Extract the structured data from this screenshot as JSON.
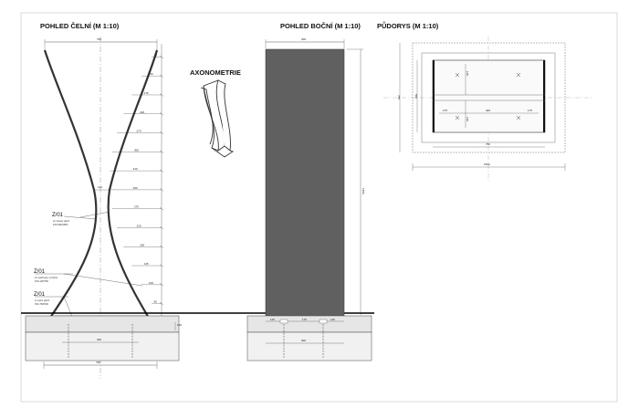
{
  "views": {
    "front": {
      "title": "POHLED ČELNÍ (M 1:10)"
    },
    "side": {
      "title": "POHLED BOČNÍ (M 1:10)"
    },
    "plan": {
      "title": "PŮDORYS (M 1:10)"
    },
    "axo": {
      "title": "AXONOMETRIE"
    }
  },
  "front_dims": {
    "top_width": "750",
    "bottom_width": "750",
    "base_inner": "400",
    "foundation_depth": "150",
    "neck_width": "110",
    "right_offsets": [
      "75",
      "110",
      "175",
      "220",
      "270",
      "300",
      "310",
      "300",
      "270",
      "230",
      "190",
      "145",
      "100",
      "60"
    ]
  },
  "callouts": [
    {
      "code": "Z/01",
      "line1": "2x ohnutý plech",
      "line2": "P10-900/1800"
    },
    {
      "code": "Z/01",
      "line1": "2x svařovaný výztuha",
      "line2": "P10-100/750"
    },
    {
      "code": "Z/01",
      "line1": "1x patní plech",
      "line2": "P10-750/500"
    }
  ],
  "side_dims": {
    "width": "300",
    "height": "1800",
    "bottom_segments": [
      "115",
      "170",
      "115"
    ],
    "base_width": "300"
  },
  "plan_dims": {
    "overall_width": "1500",
    "inner_width": "750",
    "height": "750",
    "height_inner": "500",
    "segments": [
      "175",
      "400",
      "175"
    ],
    "small_a": "125",
    "small_b": "125"
  }
}
